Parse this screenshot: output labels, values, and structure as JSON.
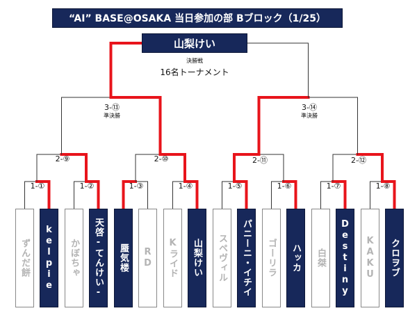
{
  "title": "“AI” BASE@OSAKA 当日参加の部 Bブロック（1/25）",
  "champion": "山梨けい",
  "final_label": "決勝戦",
  "subtitle": "16名トーナメント",
  "colors": {
    "win_path": "#e8141b",
    "base_line": "#333333",
    "box_dark": "#17285a"
  },
  "players": [
    {
      "name": "ずんだ餅",
      "winner": false
    },
    {
      "name": "kelpie",
      "winner": true
    },
    {
      "name": "かぼちゃ",
      "winner": false
    },
    {
      "name": "天啓-てんけい-",
      "winner": true
    },
    {
      "name": "蜃気楼",
      "winner": true
    },
    {
      "name": "RD",
      "winner": false
    },
    {
      "name": "Kライド",
      "winner": false
    },
    {
      "name": "山梨けい",
      "winner": true
    },
    {
      "name": "スペヴィル",
      "winner": false
    },
    {
      "name": "パニーニ・イチイ",
      "winner": true
    },
    {
      "name": "ゴーリラ",
      "winner": false
    },
    {
      "name": "ハッカ",
      "winner": true
    },
    {
      "name": "白桀",
      "winner": false
    },
    {
      "name": "Destiny",
      "winner": true
    },
    {
      "name": "KAKU",
      "winner": false
    },
    {
      "name": "クロヲブ",
      "winner": true
    }
  ],
  "matches": [
    {
      "id": "1-1",
      "label": "1-①"
    },
    {
      "id": "1-2",
      "label": "1-②"
    },
    {
      "id": "1-3",
      "label": "1-③"
    },
    {
      "id": "1-4",
      "label": "1-④"
    },
    {
      "id": "1-5",
      "label": "1-⑤"
    },
    {
      "id": "1-6",
      "label": "1-⑥"
    },
    {
      "id": "1-7",
      "label": "1-⑦"
    },
    {
      "id": "1-8",
      "label": "1-⑧"
    },
    {
      "id": "2-9",
      "label": "2-⑨"
    },
    {
      "id": "2-10",
      "label": "2-⑩"
    },
    {
      "id": "2-11",
      "label": "2-⑪"
    },
    {
      "id": "2-12",
      "label": "2-⑫"
    },
    {
      "id": "3-13",
      "label": "3-⑬",
      "round": "準決勝"
    },
    {
      "id": "3-14",
      "label": "3-⑭",
      "round": "準決勝"
    }
  ]
}
